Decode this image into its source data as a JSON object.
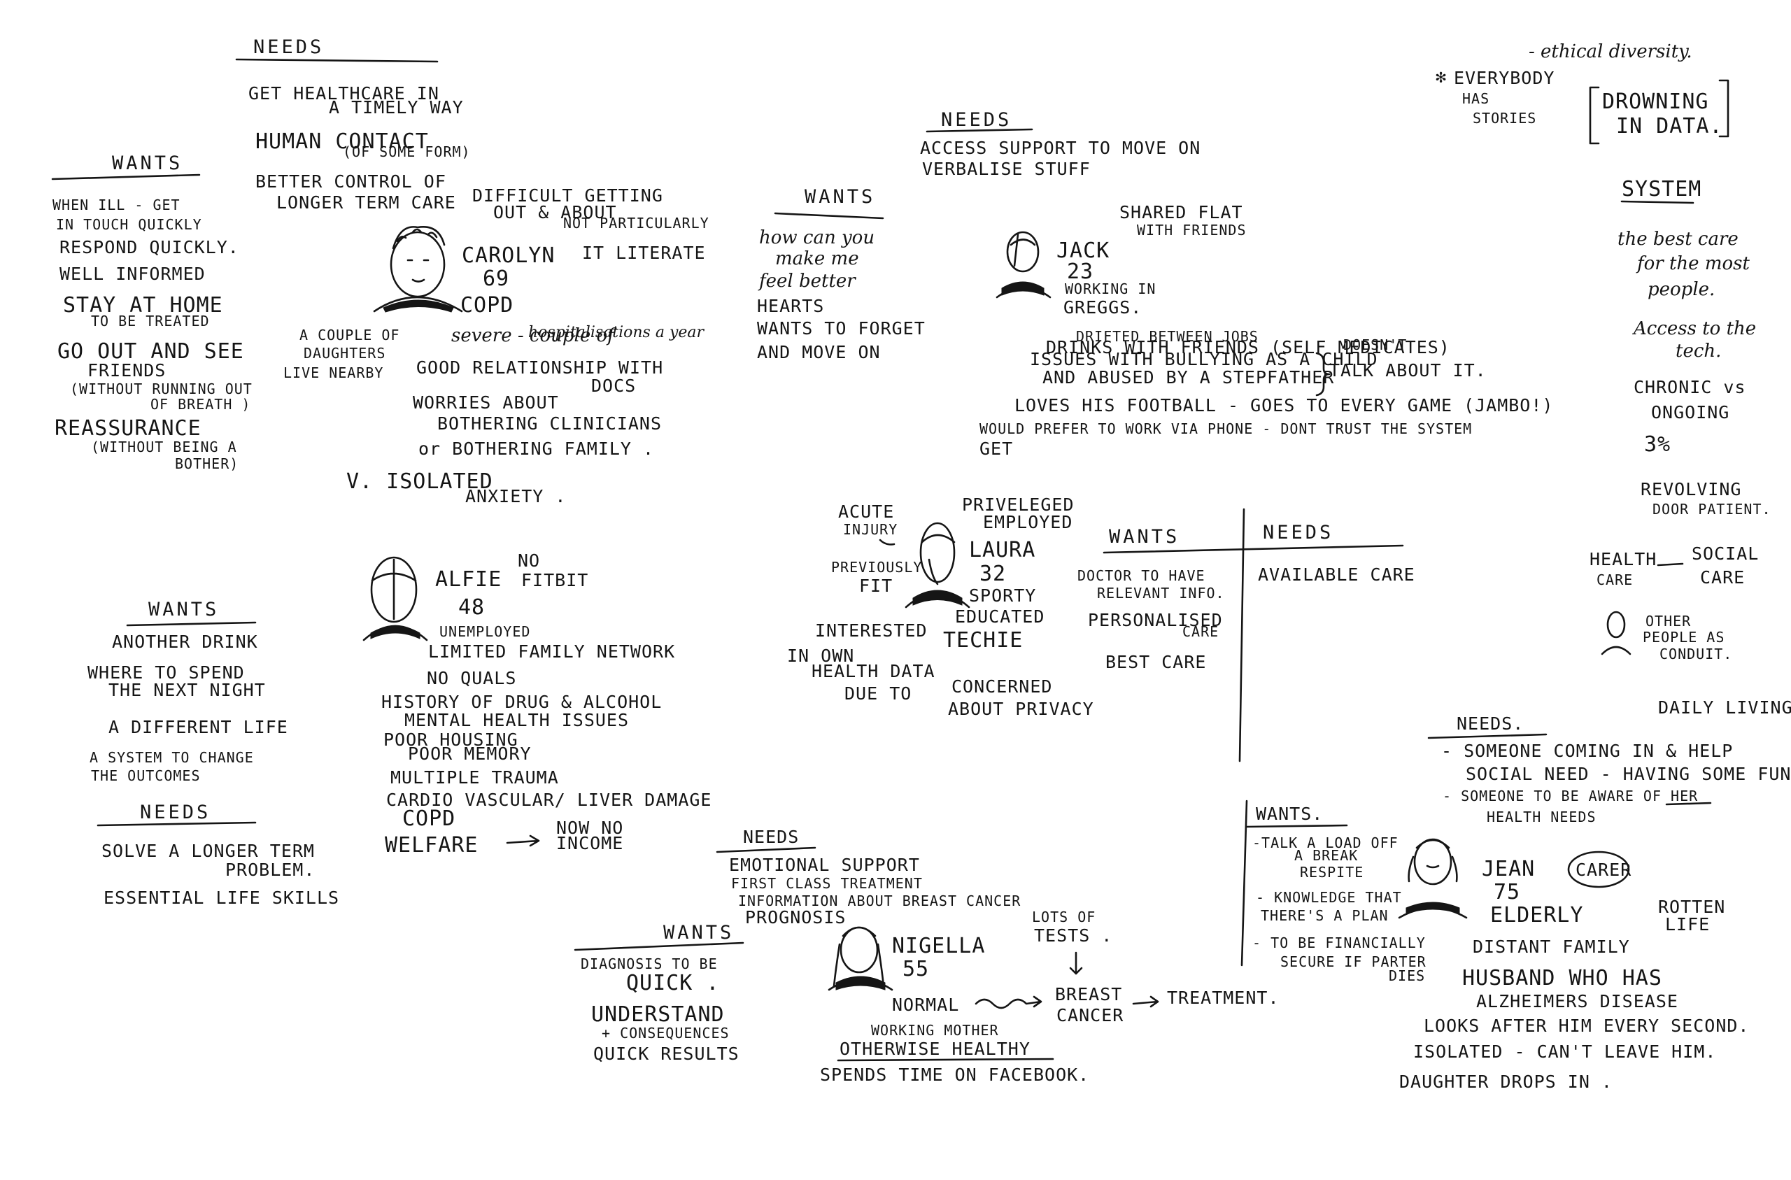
{
  "ink_color": "#151515",
  "paper_color": "#ffffff",
  "carolyn": {
    "needs_heading": "NEEDS",
    "needs": [
      "GET HEALTHCARE IN",
      "A TIMELY WAY",
      "HUMAN CONTACT",
      "(OF SOME FORM)",
      "BETTER CONTROL OF",
      "LONGER TERM CARE"
    ],
    "difficult": [
      "DIFFICULT GETTING",
      "OUT & ABOUT"
    ],
    "it": [
      "NOT PARTICULARLY",
      "IT LITERATE"
    ],
    "wants_heading": "WANTS",
    "wants": [
      "WHEN ILL - GET",
      "IN TOUCH QUICKLY",
      "RESPOND QUICKLY.",
      "WELL INFORMED",
      "STAY AT HOME",
      "TO BE TREATED",
      "GO OUT AND SEE",
      "FRIENDS",
      "(WITHOUT RUNNING OUT",
      "OF BREATH )",
      "REASSURANCE",
      "(WITHOUT BEING A",
      "BOTHER)"
    ],
    "name": "CAROLYN",
    "age": "69",
    "condition": "COPD",
    "severity": [
      "severe - couple of",
      "hospitalisations a year"
    ],
    "daughters": [
      "A COUPLE OF",
      "DAUGHTERS",
      "LIVE NEARBY"
    ],
    "docs": [
      "GOOD RELATIONSHIP WITH",
      "DOCS"
    ],
    "worries": [
      "WORRIES ABOUT",
      "BOTHERING CLINICIANS",
      "or BOTHERING FAMILY ."
    ],
    "isolated": [
      "V. ISOLATED",
      "ANXIETY ."
    ]
  },
  "alfie": {
    "wants_heading": "WANTS",
    "wants": [
      "ANOTHER DRINK",
      "WHERE TO SPEND",
      "THE NEXT NIGHT",
      "A DIFFERENT LIFE",
      "A SYSTEM TO CHANGE",
      "THE OUTCOMES"
    ],
    "needs_heading": "NEEDS",
    "needs": [
      "SOLVE A LONGER TERM",
      "PROBLEM.",
      "ESSENTIAL LIFE SKILLS"
    ],
    "name": "ALFIE",
    "age": "48",
    "fitbit": [
      "NO",
      "FITBIT"
    ],
    "details": [
      "UNEMPLOYED",
      "LIMITED FAMILY NETWORK",
      "NO QUALS",
      "HISTORY OF DRUG & ALCOHOL",
      "MENTAL HEALTH ISSUES",
      "POOR HOUSING",
      "POOR MEMORY",
      "MULTIPLE TRAUMA",
      "CARDIO VASCULAR/ LIVER DAMAGE",
      "COPD"
    ],
    "welfare": "WELFARE",
    "income": [
      "NOW NO",
      "INCOME"
    ]
  },
  "jack": {
    "needs_heading": "NEEDS",
    "needs": [
      "ACCESS SUPPORT TO MOVE ON",
      "VERBALISE STUFF"
    ],
    "wants_heading": "WANTS",
    "wants": [
      "how can you",
      "make me",
      "feel better",
      "HEARTS",
      "WANTS TO FORGET",
      "AND MOVE ON"
    ],
    "flat": [
      "SHARED FLAT",
      "WITH FRIENDS"
    ],
    "name": "JACK",
    "age": "23",
    "work": [
      "WORKING IN",
      "GREGGS."
    ],
    "details": [
      "DRIFTED BETWEEN JOBS",
      "DRINKS WITH FRIENDS (SELF MEDICATES)",
      "ISSUES WITH BULLYING AS A CHILD",
      "AND ABUSED BY A STEPFATHER",
      "LOVES HIS FOOTBALL - GOES TO EVERY GAME (JAMBO!)",
      "WOULD PREFER TO WORK VIA PHONE - DONT TRUST THE SYSTEM",
      "GET"
    ],
    "talk": [
      "DOESN'T",
      "TALK ABOUT IT."
    ]
  },
  "laura": {
    "acute": [
      "ACUTE",
      "INJURY"
    ],
    "privileged": [
      "PRIVELEGED",
      "EMPLOYED"
    ],
    "fit": [
      "PREVIOUSLY",
      "FIT"
    ],
    "name": "LAURA",
    "age": "32",
    "traits": [
      "SPORTY",
      "EDUCATED",
      "TECHIE"
    ],
    "interested": [
      "INTERESTED",
      "IN OWN",
      "HEALTH DATA",
      "DUE TO"
    ],
    "privacy": [
      "CONCERNED",
      "ABOUT PRIVACY"
    ],
    "wants_heading": "WANTS",
    "wants": [
      "DOCTOR TO HAVE",
      "RELEVANT INFO.",
      "PERSONALISED",
      "CARE",
      "BEST CARE"
    ],
    "needs_heading": "NEEDS",
    "needs": [
      "AVAILABLE CARE"
    ]
  },
  "nigella": {
    "needs_heading": "NEEDS",
    "needs": [
      "EMOTIONAL SUPPORT",
      "FIRST CLASS TREATMENT",
      "INFORMATION ABOUT BREAST CANCER",
      "PROGNOSIS"
    ],
    "wants_heading": "WANTS",
    "wants": [
      "DIAGNOSIS TO BE",
      "QUICK .",
      "UNDERSTAND",
      "+ CONSEQUENCES",
      "QUICK RESULTS"
    ],
    "name": "NIGELLA",
    "age": "55",
    "tests": [
      "LOTS OF",
      "TESTS ."
    ],
    "journey": [
      "NORMAL",
      "BREAST",
      "CANCER",
      "TREATMENT."
    ],
    "details": [
      "WORKING MOTHER",
      "OTHERWISE HEALTHY",
      "SPENDS TIME ON FACEBOOK."
    ]
  },
  "jean": {
    "needs_heading": "NEEDS.",
    "daily": "DAILY LIVING",
    "needs": [
      "- SOMEONE COMING IN & HELP",
      "SOCIAL NEED - HAVING SOME FUN",
      "- SOMEONE TO BE AWARE OF HER",
      "HEALTH NEEDS"
    ],
    "wants_heading": "WANTS.",
    "wants": [
      "-TALK A LOAD OFF",
      "A BREAK",
      "RESPITE",
      "- KNOWLEDGE THAT",
      "THERE'S A PLAN",
      "- TO BE FINANCIALLY",
      "SECURE IF PARTER",
      "DIES"
    ],
    "name": "JEAN",
    "age": "75",
    "carer": "CARER",
    "elderly": "ELDERLY",
    "rotten": [
      "ROTTEN",
      "LIFE"
    ],
    "details": [
      "DISTANT FAMILY",
      "HUSBAND WHO HAS",
      "ALZHEIMERS DISEASE",
      "LOOKS AFTER HIM  EVERY SECOND.",
      "ISOLATED - CAN'T LEAVE HIM.",
      "DAUGHTER DROPS IN ."
    ]
  },
  "notes": {
    "ethical": "- ethical diversity.",
    "everybody": [
      "EVERYBODY",
      "HAS",
      "STORIES"
    ],
    "drowning": [
      "DROWNING",
      "IN DATA."
    ],
    "system_heading": "SYSTEM",
    "best_care": [
      "the best care",
      "for the most",
      "people."
    ],
    "access": [
      "Access to the",
      "tech."
    ],
    "chronic": [
      "CHRONIC vs",
      "ONGOING"
    ],
    "pct": "3%",
    "revolving": [
      "REVOLVING",
      "DOOR PATIENT."
    ],
    "health": [
      "HEALTH",
      "CARE"
    ],
    "social": [
      "SOCIAL",
      "CARE"
    ],
    "other": [
      "OTHER",
      "PEOPLE AS",
      "CONDUIT."
    ]
  }
}
